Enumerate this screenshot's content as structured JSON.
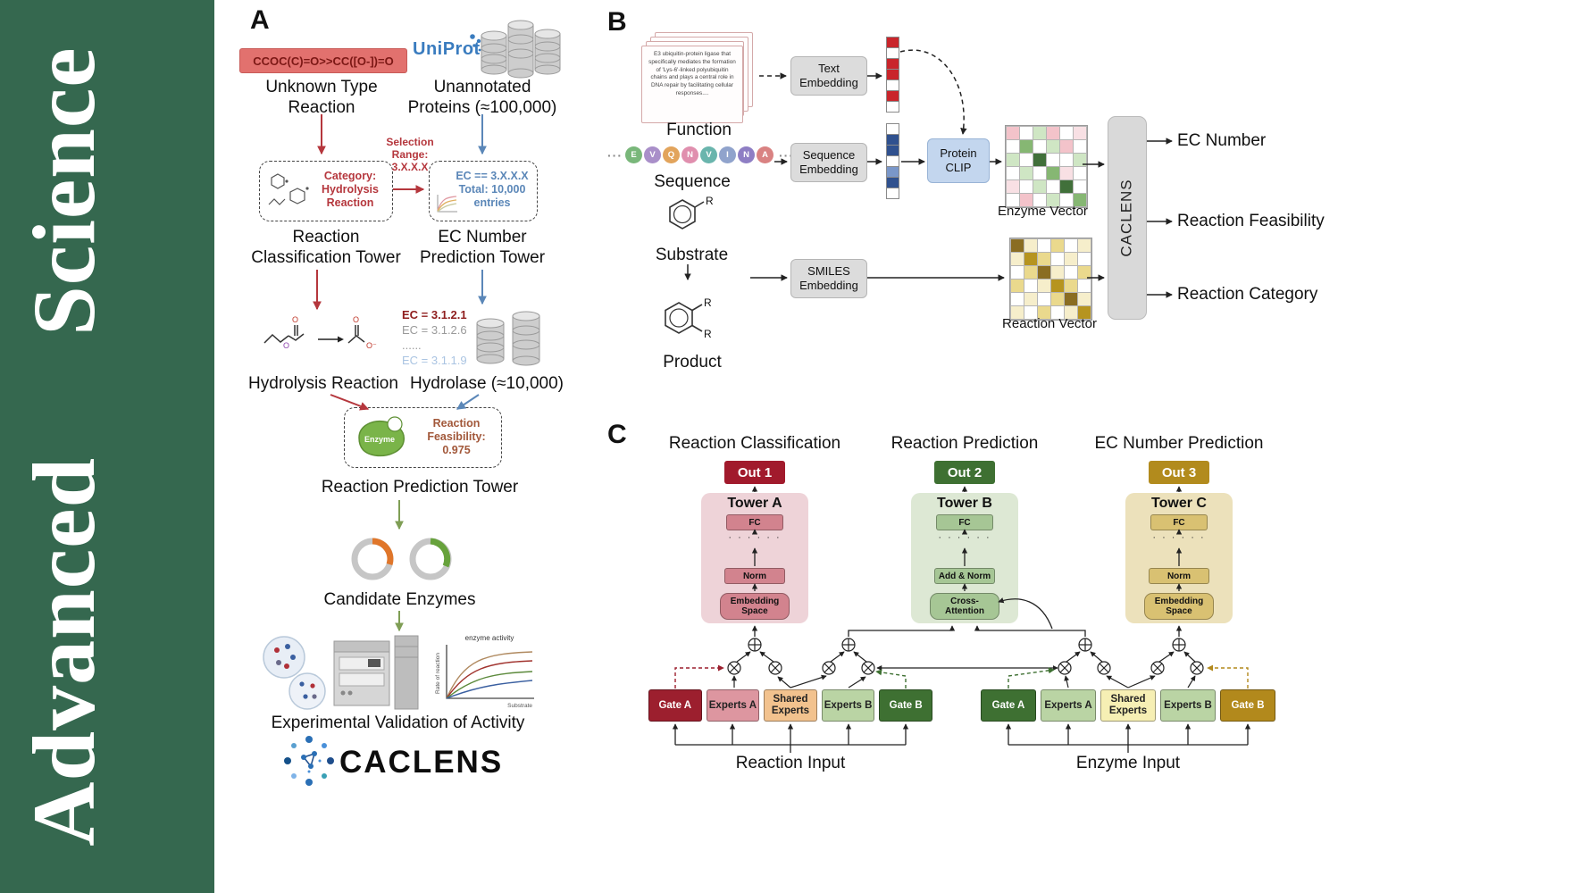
{
  "journal": {
    "name": "Advanced Science"
  },
  "panels": {
    "a": "A",
    "b": "B",
    "c": "C"
  },
  "panelA": {
    "smiles": "CCOC(C)=O>>CC([O-])=O",
    "unknown_reaction": "Unknown Type\nReaction",
    "uniprot": "UniProt",
    "unannotated_proteins": "Unannotated\nProteins (≈100,000)",
    "category": "Category:\nHydrolysis\nReaction",
    "selection_range": "Selection\nRange:\n3.X.X.X",
    "ec_selection": "EC == 3.X.X.X\nTotal: 10,000\nentries",
    "reaction_classification_tower": "Reaction\nClassification Tower",
    "ec_number_prediction_tower": "EC Number\nPrediction Tower",
    "hydrolysis_reaction": "Hydrolysis Reaction",
    "ec_list": [
      {
        "text": "EC = 3.1.2.1",
        "color": "#8f1d1d",
        "weight": "700"
      },
      {
        "text": "EC = 3.1.2.6",
        "color": "#9a9a9a",
        "weight": "400"
      },
      {
        "text": "......",
        "color": "#9a9a9a",
        "weight": "400"
      },
      {
        "text": "EC = 3.1.1.9",
        "color": "#aac4e2",
        "weight": "400"
      }
    ],
    "hydrolase": "Hydrolase (≈10,000)",
    "enzyme_label": "Enzyme",
    "feasibility": "Reaction\nFeasibility:\n0.975",
    "reaction_prediction_tower": "Reaction Prediction Tower",
    "candidate_enzymes": "Candidate Enzymes",
    "experimental_validation": "Experimental Validation of Activity",
    "caclens_logo": "CACLENS",
    "graph": {
      "title": "enzyme activity",
      "xlabel": "Substrate",
      "ylabel": "Rate of reaction"
    }
  },
  "panelB": {
    "function_text": "E3 ubiquitin-protein ligase that specifically mediates the formation of 'Lys-6'-linked polyubiquitin chains and plays a central role in DNA repair by facilitating cellular responses....",
    "function": "Function",
    "sequence": "Sequence",
    "sequence_dots": "···",
    "substrate": "Substrate",
    "product": "Product",
    "r_label": "R",
    "text_embedding": "Text\nEmbedding",
    "sequence_embedding": "Sequence\nEmbedding",
    "smiles_embedding": "SMILES\nEmbedding",
    "protein_clip": "Protein\nCLIP",
    "enzyme_vector": "Enzyme Vector",
    "reaction_vector": "Reaction Vector",
    "caclens": "CACLENS",
    "outputs": [
      "EC Number",
      "Reaction Feasibility",
      "Reaction Category"
    ],
    "sequence_residues": [
      {
        "letter": "E",
        "color": "#79b77a"
      },
      {
        "letter": "V",
        "color": "#a98fc9"
      },
      {
        "letter": "Q",
        "color": "#e2a45c"
      },
      {
        "letter": "N",
        "color": "#e08fae"
      },
      {
        "letter": "V",
        "color": "#6ab5ad"
      },
      {
        "letter": "I",
        "color": "#90a3cc"
      },
      {
        "letter": "N",
        "color": "#8e7ec4"
      },
      {
        "letter": "A",
        "color": "#d98282"
      }
    ],
    "text_vector_cells": [
      "#c9252b",
      "#ffffff",
      "#c9252b",
      "#c9252b",
      "#ffffff",
      "#c9252b",
      "#ffffff"
    ],
    "seq_vector_cells": [
      "#ffffff",
      "#30518f",
      "#30518f",
      "#ffffff",
      "#7a97c9",
      "#30518f",
      "#ffffff"
    ],
    "enzyme_grid": [
      "#f3c3ca",
      "#ffffff",
      "#cfe6c4",
      "#f3c3ca",
      "#ffffff",
      "#f8e0e4",
      "#ffffff",
      "#86b773",
      "#ffffff",
      "#cfe6c4",
      "#f3c3ca",
      "#ffffff",
      "#cfe6c4",
      "#ffffff",
      "#41703a",
      "#ffffff",
      "#ffffff",
      "#cfe6c4",
      "#ffffff",
      "#cfe6c4",
      "#ffffff",
      "#86b773",
      "#f8e0e4",
      "#ffffff",
      "#f8e0e4",
      "#ffffff",
      "#cfe6c4",
      "#ffffff",
      "#41703a",
      "#ffffff",
      "#ffffff",
      "#f3c3ca",
      "#ffffff",
      "#cfe6c4",
      "#ffffff",
      "#86b773"
    ],
    "reaction_grid": [
      "#8a6d22",
      "#f6eecb",
      "#ffffff",
      "#ead98d",
      "#ffffff",
      "#f6eecb",
      "#f6eecb",
      "#b6941f",
      "#ead98d",
      "#ffffff",
      "#f6eecb",
      "#ffffff",
      "#ffffff",
      "#ead98d",
      "#8a6d22",
      "#f6eecb",
      "#ffffff",
      "#ead98d",
      "#ead98d",
      "#ffffff",
      "#f6eecb",
      "#b6941f",
      "#ead98d",
      "#ffffff",
      "#ffffff",
      "#f6eecb",
      "#ffffff",
      "#ead98d",
      "#8a6d22",
      "#f6eecb",
      "#f6eecb",
      "#ffffff",
      "#ead98d",
      "#ffffff",
      "#f6eecb",
      "#b6941f"
    ]
  },
  "panelC": {
    "col_titles": [
      "Reaction Classification",
      "Reaction Prediction",
      "EC Number Prediction"
    ],
    "outs": [
      {
        "label": "Out 1",
        "color": "#a11a2c"
      },
      {
        "label": "Out 2",
        "color": "#3e7032"
      },
      {
        "label": "Out 3",
        "color": "#b28b1d"
      }
    ],
    "dots": "· · · · · ·",
    "towers": [
      {
        "title": "Tower A",
        "panel": "#eed3d8",
        "box": "#d2838e",
        "fc": "FC",
        "mid": "Norm",
        "bottom": "Embedding\nSpace"
      },
      {
        "title": "Tower B",
        "panel": "#dde8d4",
        "box": "#a6c695",
        "fc": "FC",
        "mid": "Add & Norm",
        "bottom": "Cross-\nAttention"
      },
      {
        "title": "Tower C",
        "panel": "#ece1bb",
        "box": "#d9c172",
        "fc": "FC",
        "mid": "Norm",
        "bottom": "Embedding\nSpace"
      }
    ],
    "left_group": [
      {
        "label": "Gate A",
        "bg": "#9c1f2e",
        "fg": "#ffffff"
      },
      {
        "label": "Experts A",
        "bg": "#dd96a0",
        "fg": "#222222"
      },
      {
        "label": "Shared\nExperts",
        "bg": "#f2c28e",
        "fg": "#222222"
      },
      {
        "label": "Experts B",
        "bg": "#bad4a4",
        "fg": "#222222"
      },
      {
        "label": "Gate B",
        "bg": "#3e7032",
        "fg": "#ffffff"
      }
    ],
    "right_group": [
      {
        "label": "Gate A",
        "bg": "#3e7032",
        "fg": "#ffffff"
      },
      {
        "label": "Experts A",
        "bg": "#bad4a4",
        "fg": "#222222"
      },
      {
        "label": "Shared\nExperts",
        "bg": "#f6efb4",
        "fg": "#222222"
      },
      {
        "label": "Experts B",
        "bg": "#bad4a4",
        "fg": "#222222"
      },
      {
        "label": "Gate B",
        "bg": "#b2891c",
        "fg": "#ffffff"
      }
    ],
    "reaction_input": "Reaction Input",
    "enzyme_input": "Enzyme Input"
  }
}
